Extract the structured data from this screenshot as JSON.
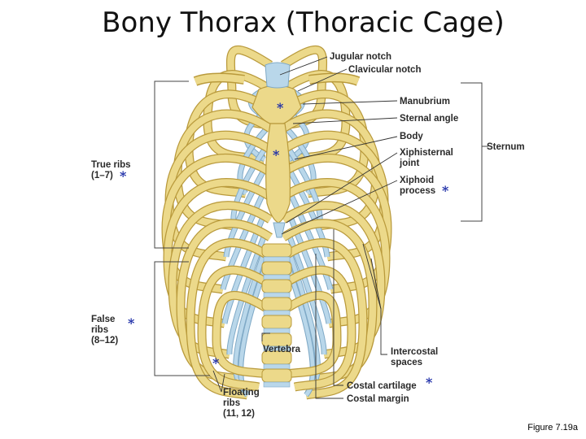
{
  "title": "Bony Thorax (Thoracic Cage)",
  "caption": "Figure 7.19a",
  "labels": {
    "jugular_notch": "Jugular notch",
    "clavicular_notch": "Clavicular notch",
    "manubrium": "Manubrium",
    "sternal_angle": "Sternal angle",
    "body": "Body",
    "xiphisternal_1": "Xiphisternal",
    "xiphisternal_2": "joint",
    "xiphoid_1": "Xiphoid",
    "xiphoid_2": "process",
    "sternum": "Sternum",
    "true_ribs_1": "True ribs",
    "true_ribs_2": "(1–7)",
    "false_ribs_1": "False",
    "false_ribs_2": "ribs",
    "false_ribs_3": "(8–12)",
    "vertebra": "Vertebra",
    "intercostal_1": "Intercostal",
    "intercostal_2": "spaces",
    "costal_cartilage": "Costal cartilage",
    "costal_margin": "Costal margin",
    "floating_1": "Floating",
    "floating_2": "ribs",
    "floating_3": "(11, 12)"
  },
  "marker": "*",
  "colors": {
    "bone": "#ecd98a",
    "bone_edge": "#b99a3c",
    "cartilage": "#b9d7ea",
    "cartilage_edge": "#7fa9c6",
    "leader": "#333333",
    "marker": "#1e2ea8"
  }
}
